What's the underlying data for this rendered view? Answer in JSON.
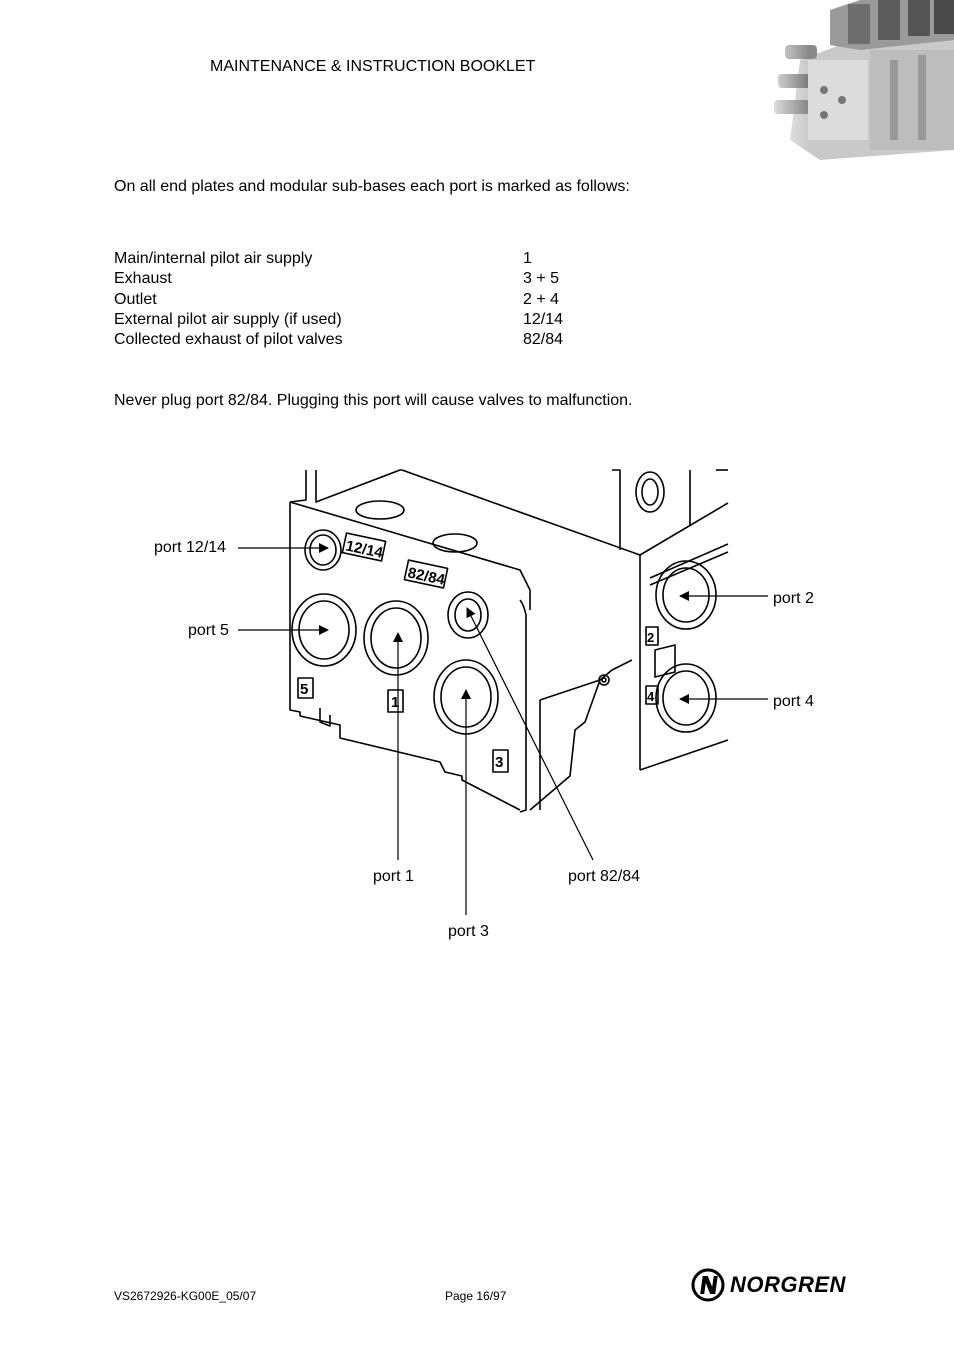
{
  "header": {
    "title": "MAINTENANCE & INSTRUCTION BOOKLET"
  },
  "intro": "On all end plates and modular sub-bases each port is marked as follows:",
  "ports": [
    {
      "description": "Main/internal pilot air supply",
      "code": "1"
    },
    {
      "description": "Exhaust",
      "code": "3 + 5"
    },
    {
      "description": "Outlet",
      "code": "2 + 4"
    },
    {
      "description": "External pilot air supply (if used)",
      "code": "12/14"
    },
    {
      "description": "Collected exhaust of pilot valves",
      "code": "82/84"
    }
  ],
  "warning": "Never plug port 82/84. Plugging this port will cause valves to malfunction.",
  "diagram": {
    "callouts": {
      "port_12_14": "port 12/14",
      "port_5": "port 5",
      "port_1": "port 1",
      "port_3": "port 3",
      "port_82_84": "port 82/84",
      "port_2": "port 2",
      "port_4": "port 4"
    },
    "markings": {
      "m12_14": "12/14",
      "m82_84": "82/84",
      "m5": "5",
      "m1": "1",
      "m3": "3",
      "m2": "2",
      "m4": "4"
    }
  },
  "footer": {
    "doc_ref": "VS2672926-KG00E_05/07",
    "page": "Page 16/97"
  },
  "logo": {
    "text": "NORGREN",
    "icon": "norgren-n-logo-icon"
  }
}
